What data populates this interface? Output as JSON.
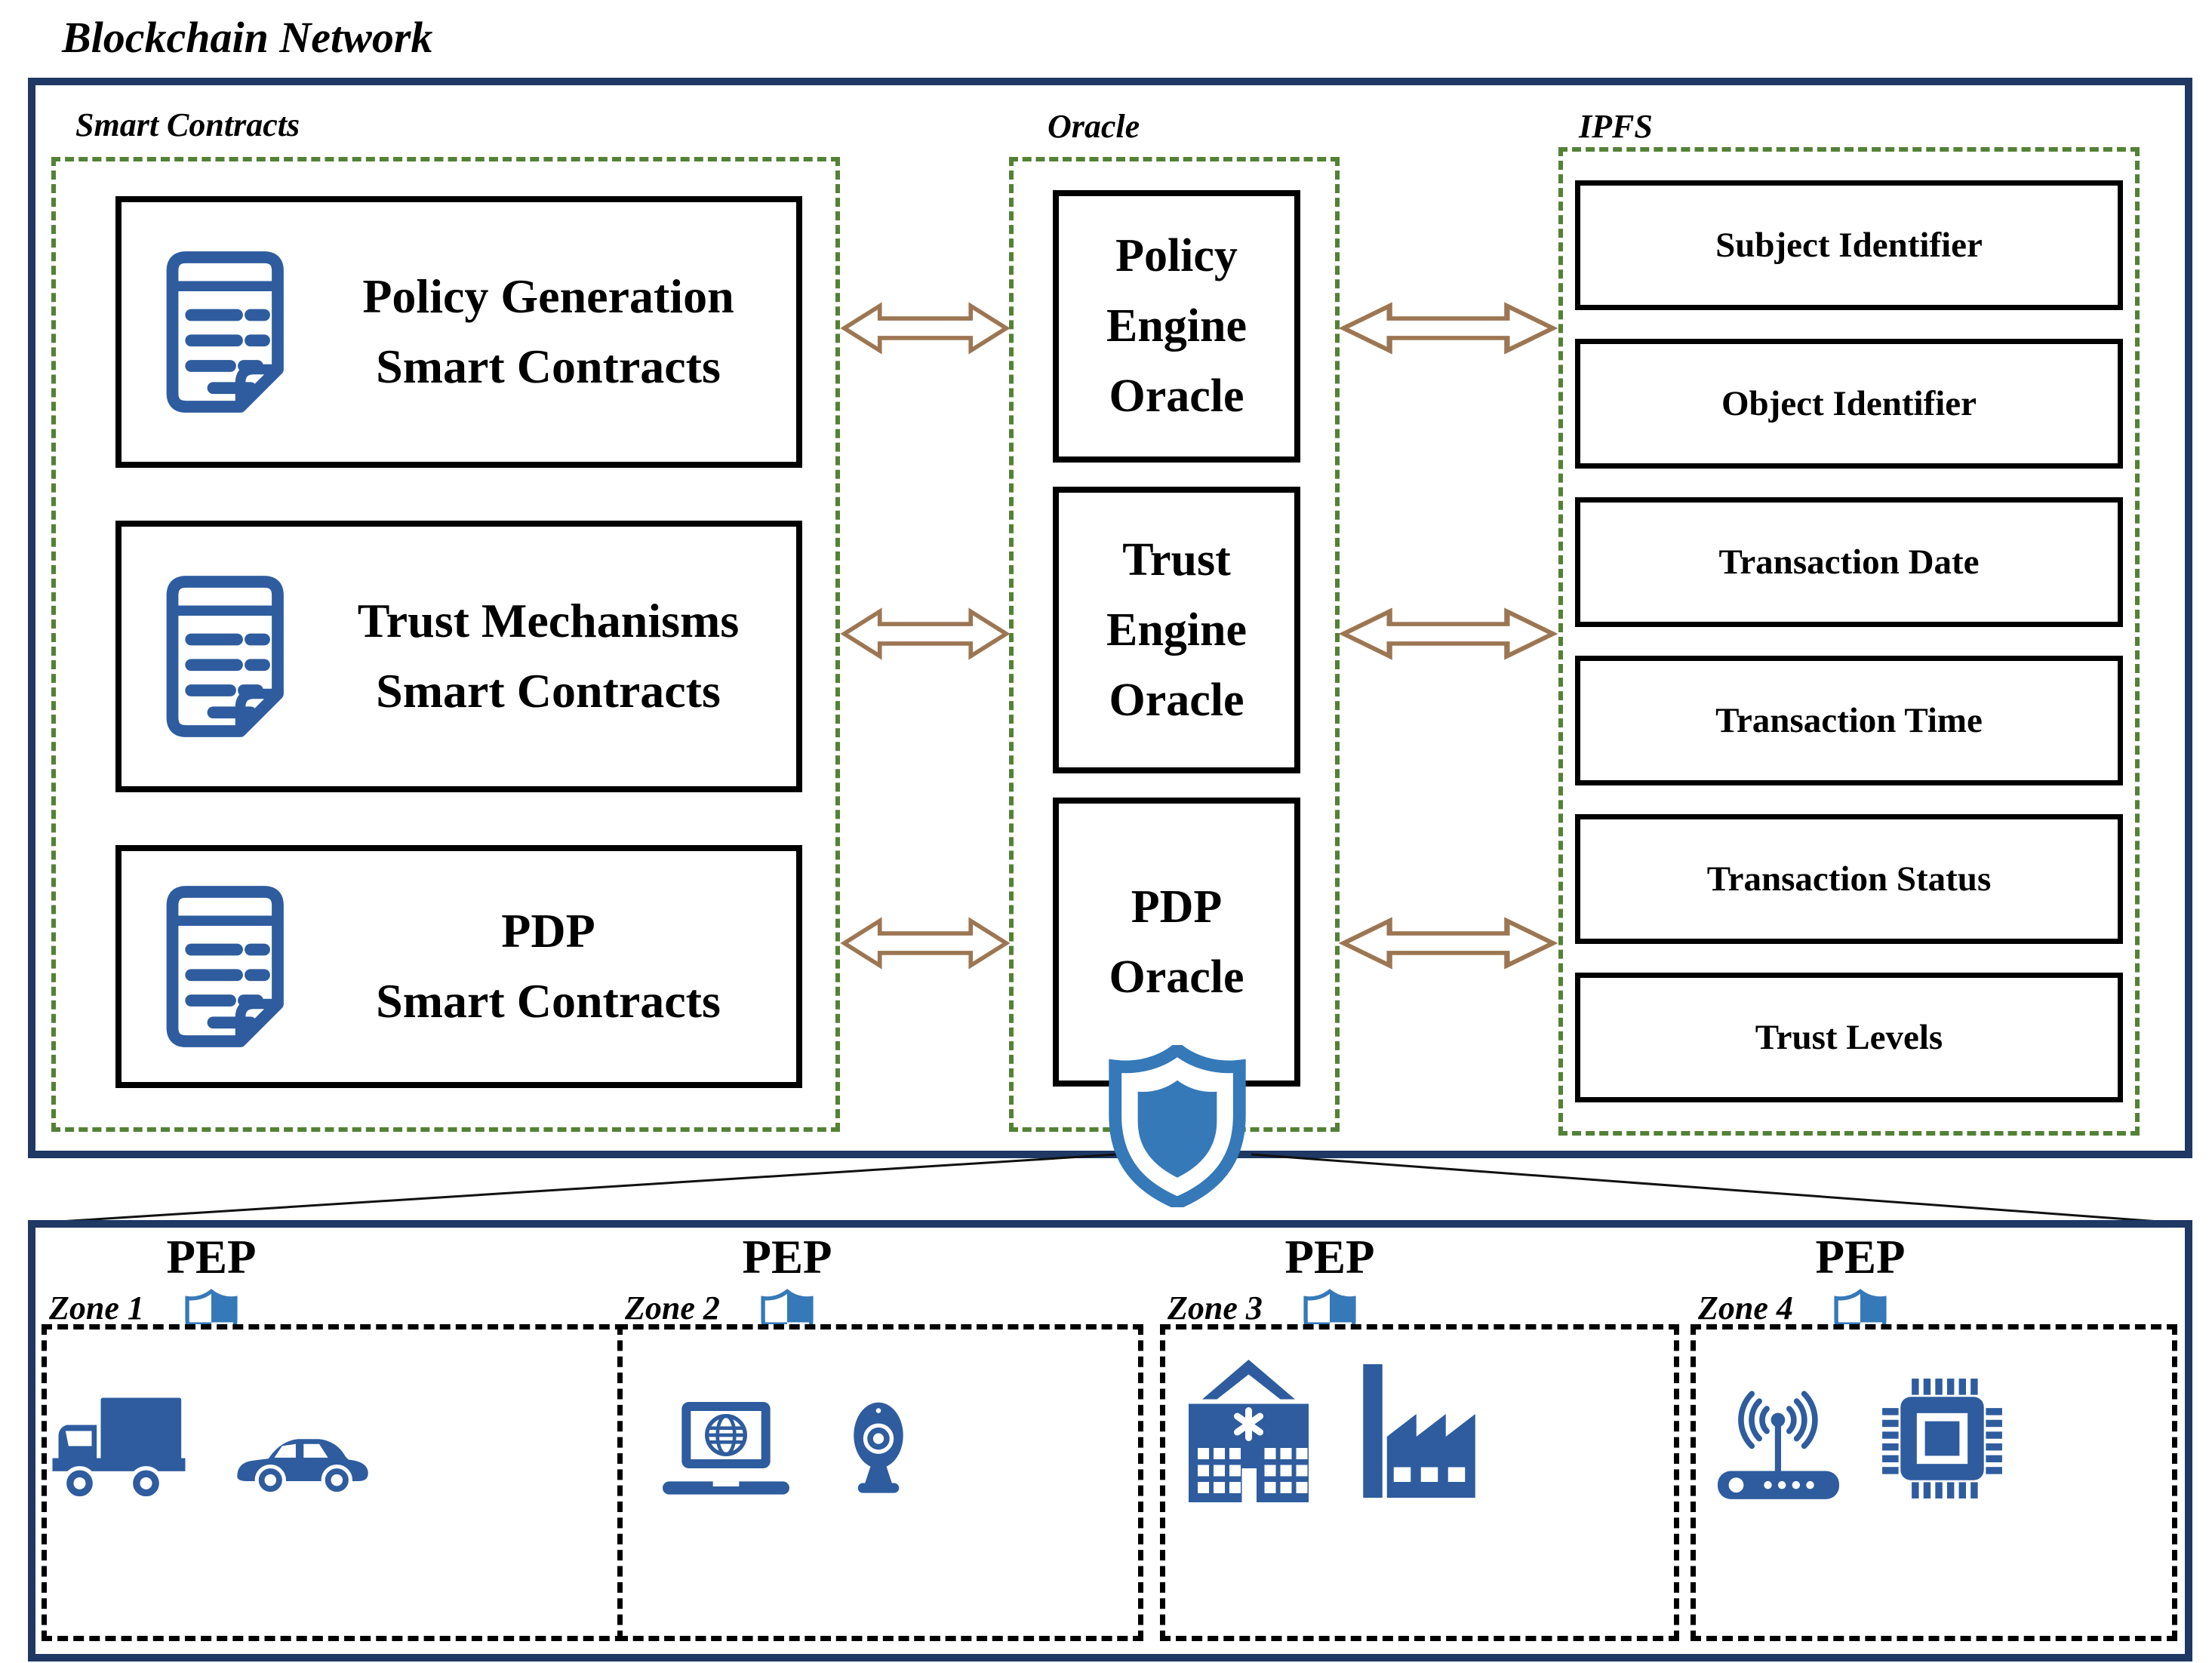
{
  "title": "Blockchain Network",
  "colors": {
    "panel_border": "#1f3864",
    "group_dashed_border": "#538135",
    "box_border": "#000000",
    "arrow_brown": "#9c7653",
    "icon_blue": "#2e5c9e",
    "shield_blue": "#3579b8"
  },
  "smart_contracts": {
    "label": "Smart Contracts",
    "boxes": [
      {
        "lines": [
          "Policy Generation",
          "Smart Contracts"
        ]
      },
      {
        "lines": [
          "Trust Mechanisms",
          "Smart Contracts"
        ]
      },
      {
        "lines": [
          "PDP",
          "Smart Contracts"
        ]
      }
    ]
  },
  "oracle": {
    "label": "Oracle",
    "boxes": [
      {
        "lines": [
          "Policy",
          "Engine",
          "Oracle"
        ]
      },
      {
        "lines": [
          "Trust",
          "Engine",
          "Oracle"
        ]
      },
      {
        "lines": [
          "PDP",
          "Oracle"
        ]
      }
    ]
  },
  "ipfs": {
    "label": "IPFS",
    "boxes": [
      "Subject Identifier",
      "Object Identifier",
      "Transaction Date",
      "Transaction Time",
      "Transaction Status",
      "Trust Levels"
    ]
  },
  "zones": [
    {
      "pep_label": "PEP",
      "label": "Zone 1",
      "devices": [
        "delivery-truck",
        "car"
      ]
    },
    {
      "pep_label": "PEP",
      "label": "Zone 2",
      "devices": [
        "laptop-internet",
        "web-camera"
      ]
    },
    {
      "pep_label": "PEP",
      "label": "Zone 3",
      "devices": [
        "hospital-building",
        "factory"
      ]
    },
    {
      "pep_label": "PEP",
      "label": "Zone 4",
      "devices": [
        "wifi-router",
        "cpu-chip"
      ]
    }
  ]
}
